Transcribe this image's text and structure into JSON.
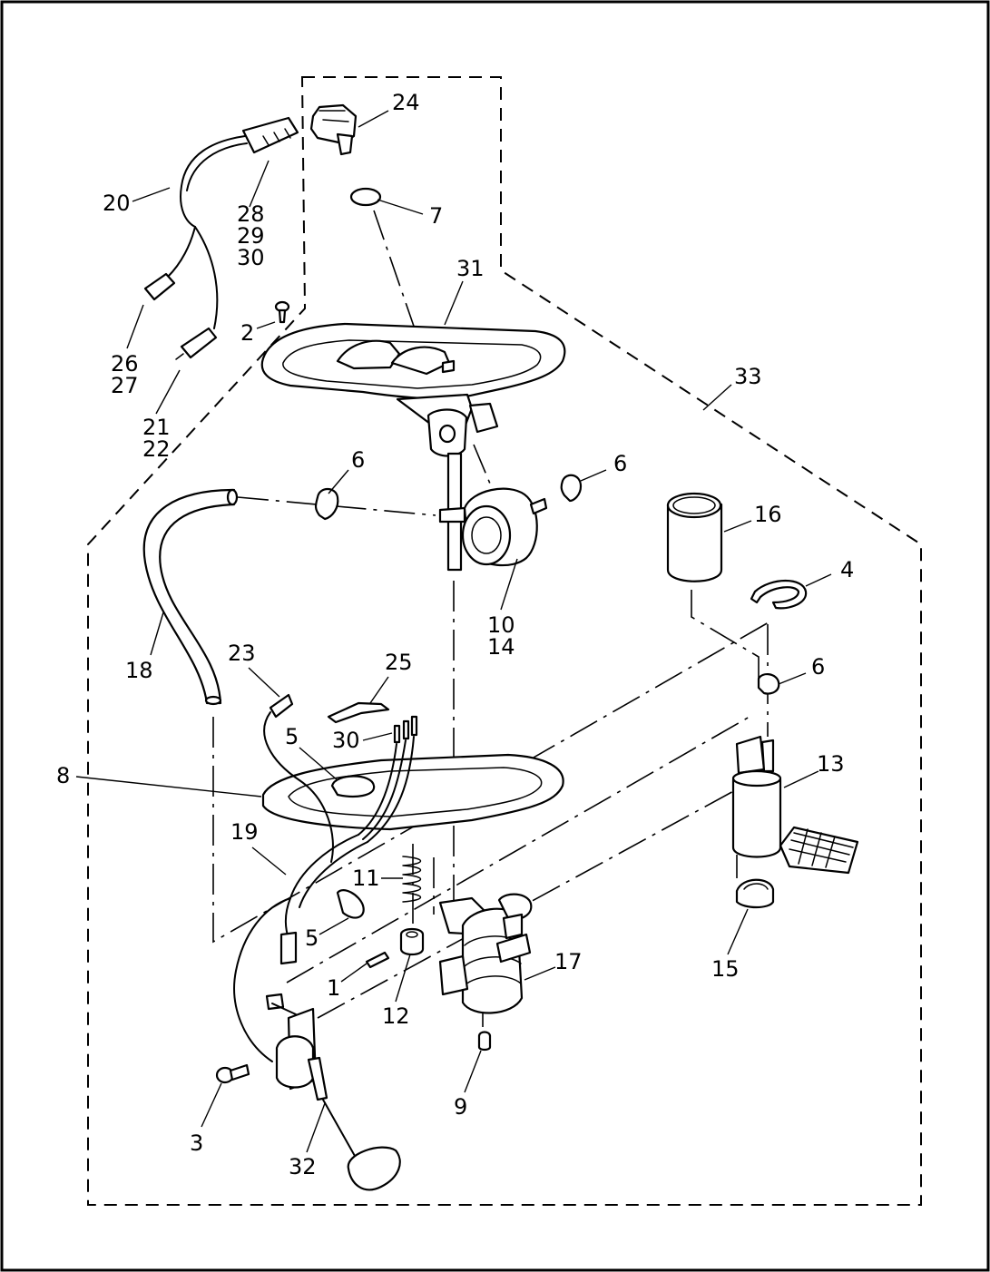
{
  "labels": {
    "l1": "1",
    "l2": "2",
    "l3": "3",
    "l4": "4",
    "l5a": "5",
    "l5b": "5",
    "l6a": "6",
    "l6b": "6",
    "l6c": "6",
    "l7": "7",
    "l8": "8",
    "l9": "9",
    "l10": "10",
    "l11": "11",
    "l12": "12",
    "l13": "13",
    "l14": "14",
    "l15": "15",
    "l16": "16",
    "l17": "17",
    "l18": "18",
    "l19": "19",
    "l20": "20",
    "l21": "21",
    "l22": "22",
    "l23": "23",
    "l24": "24",
    "l25": "25",
    "l26": "26",
    "l27": "27",
    "l28": "28",
    "l29": "29",
    "l30a": "30",
    "l30b": "30",
    "l31": "31",
    "l32": "32",
    "l33": "33"
  }
}
